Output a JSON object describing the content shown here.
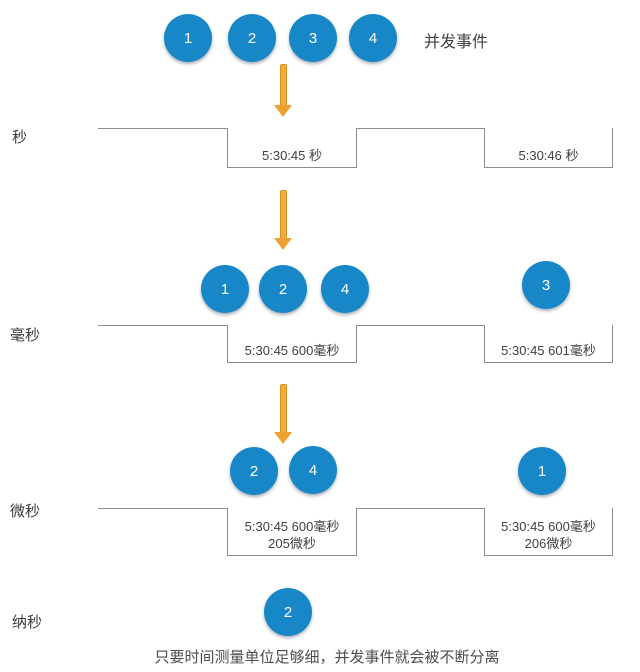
{
  "top_row": {
    "circles": [
      "1",
      "2",
      "3",
      "4"
    ],
    "label": "并发事件"
  },
  "rows": {
    "seconds": {
      "unit": "秒",
      "trough1": "5:30:45 秒",
      "trough2": "5:30:46 秒"
    },
    "milliseconds": {
      "unit": "毫秒",
      "circles": [
        "1",
        "2",
        "4",
        "3"
      ],
      "trough1": "5:30:45 600毫秒",
      "trough2": "5:30:45 601毫秒"
    },
    "microseconds": {
      "unit": "微秒",
      "circles": [
        "2",
        "4",
        "1"
      ],
      "trough1_line1": "5:30:45 600毫秒",
      "trough1_line2": "205微秒",
      "trough2_line1": "5:30:45 600毫秒",
      "trough2_line2": "206微秒"
    },
    "nanoseconds": {
      "unit": "纳秒",
      "circles": [
        "2"
      ]
    }
  },
  "caption": "只要时间测量单位足够细，并发事件就会被不断分离",
  "colors": {
    "event_circle": "#1787c8",
    "circle_text": "#ffffff",
    "arrow": "#f6aa3e",
    "timeline_line": "#8c8c8c",
    "label_text": "#3f3f3f"
  }
}
